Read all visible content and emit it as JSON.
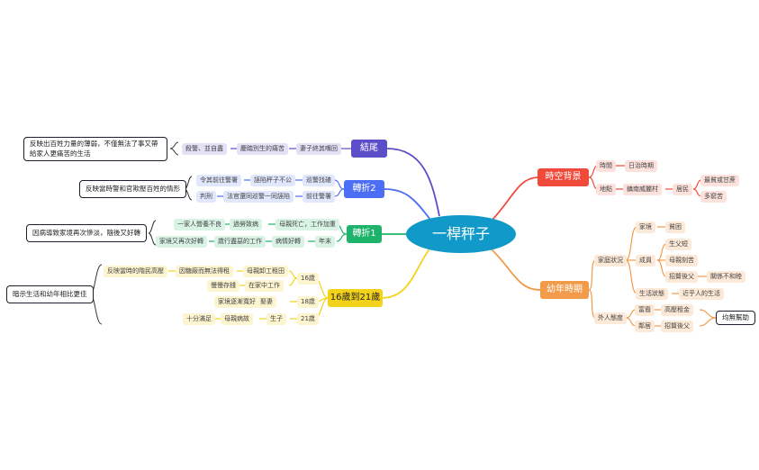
{
  "center": "一桿秤子",
  "branches": {
    "background": {
      "label": "時空背景",
      "time": "時間",
      "era": "日治時期",
      "place": "地點",
      "village": "鎮南威麗村",
      "residents": "居民",
      "res1": "最貧或甘蔗",
      "res2": "多窮苦"
    },
    "childhood": {
      "label": "幼年時期",
      "family": "家庭狀況",
      "home": "家境",
      "poor": "貧困",
      "members": "成員",
      "m1": "生父短",
      "m2": "母親刻苦",
      "m3": "招贅後父",
      "m3b": "關係不和睦",
      "life": "生活狀態",
      "lifeb": "近乎人的生活",
      "outside": "外人態度",
      "rich": "富裔",
      "richb": "高壓租金",
      "neighbor": "鄰居",
      "neighborb": "招贅後父",
      "note": "均無幫助"
    },
    "youth": {
      "label": "16歲到21歲",
      "a16": "16歲",
      "a16r1": "母親卸工租田",
      "a16r1b": "因糖廠而無法得租",
      "a16r1c": "反映當時的階民高壓",
      "a16r2": "在家中工作",
      "a16r2b": "慢慢存錢",
      "a18": "18歲",
      "a18r": "娶妻",
      "a18rb": "家境逐漸寬好",
      "a21": "21歲",
      "a21r": "生子",
      "a21rb": "母親病故",
      "a21rc": "十分滿足",
      "note": "暗示生活和幼年相比更佳"
    },
    "turn1": {
      "label": "轉折1",
      "r1": "母親死亡，工作加重",
      "r1b": "過勞致病",
      "r1c": "一家人營養不良",
      "r2": "年末",
      "r2b": "病情好轉",
      "r2c": "歲行盡惡的工作",
      "r2d": "家境又再次好轉",
      "note": "因病導致家境再次慘淡，隨後又好轉"
    },
    "turn2": {
      "label": "轉折2",
      "r1": "巡警找碴",
      "r1b": "誣陷秤子不公",
      "r1c": "令其前往警署",
      "r2": "前往警署",
      "r2b": "法官還同巡警一同誣陷",
      "r2c": "判刑",
      "note": "反映當時警和官欺壓百姓的情形"
    },
    "ending": {
      "label": "結尾",
      "r": "妻子終其嘴回",
      "rb": "慶踏別生的痛苦",
      "rc": "殺警、並自盡",
      "note": "反映出百姓力量的薄弱，不僅無法了事又帶給家人更痛苦的生活"
    }
  },
  "colors": {
    "center": "#1199c9",
    "background": "#f04a3a",
    "childhood": "#f19b4b",
    "youth": "#f5d21a",
    "turn1": "#1db36a",
    "turn2": "#4c6ef5",
    "ending": "#5b4ec8"
  }
}
